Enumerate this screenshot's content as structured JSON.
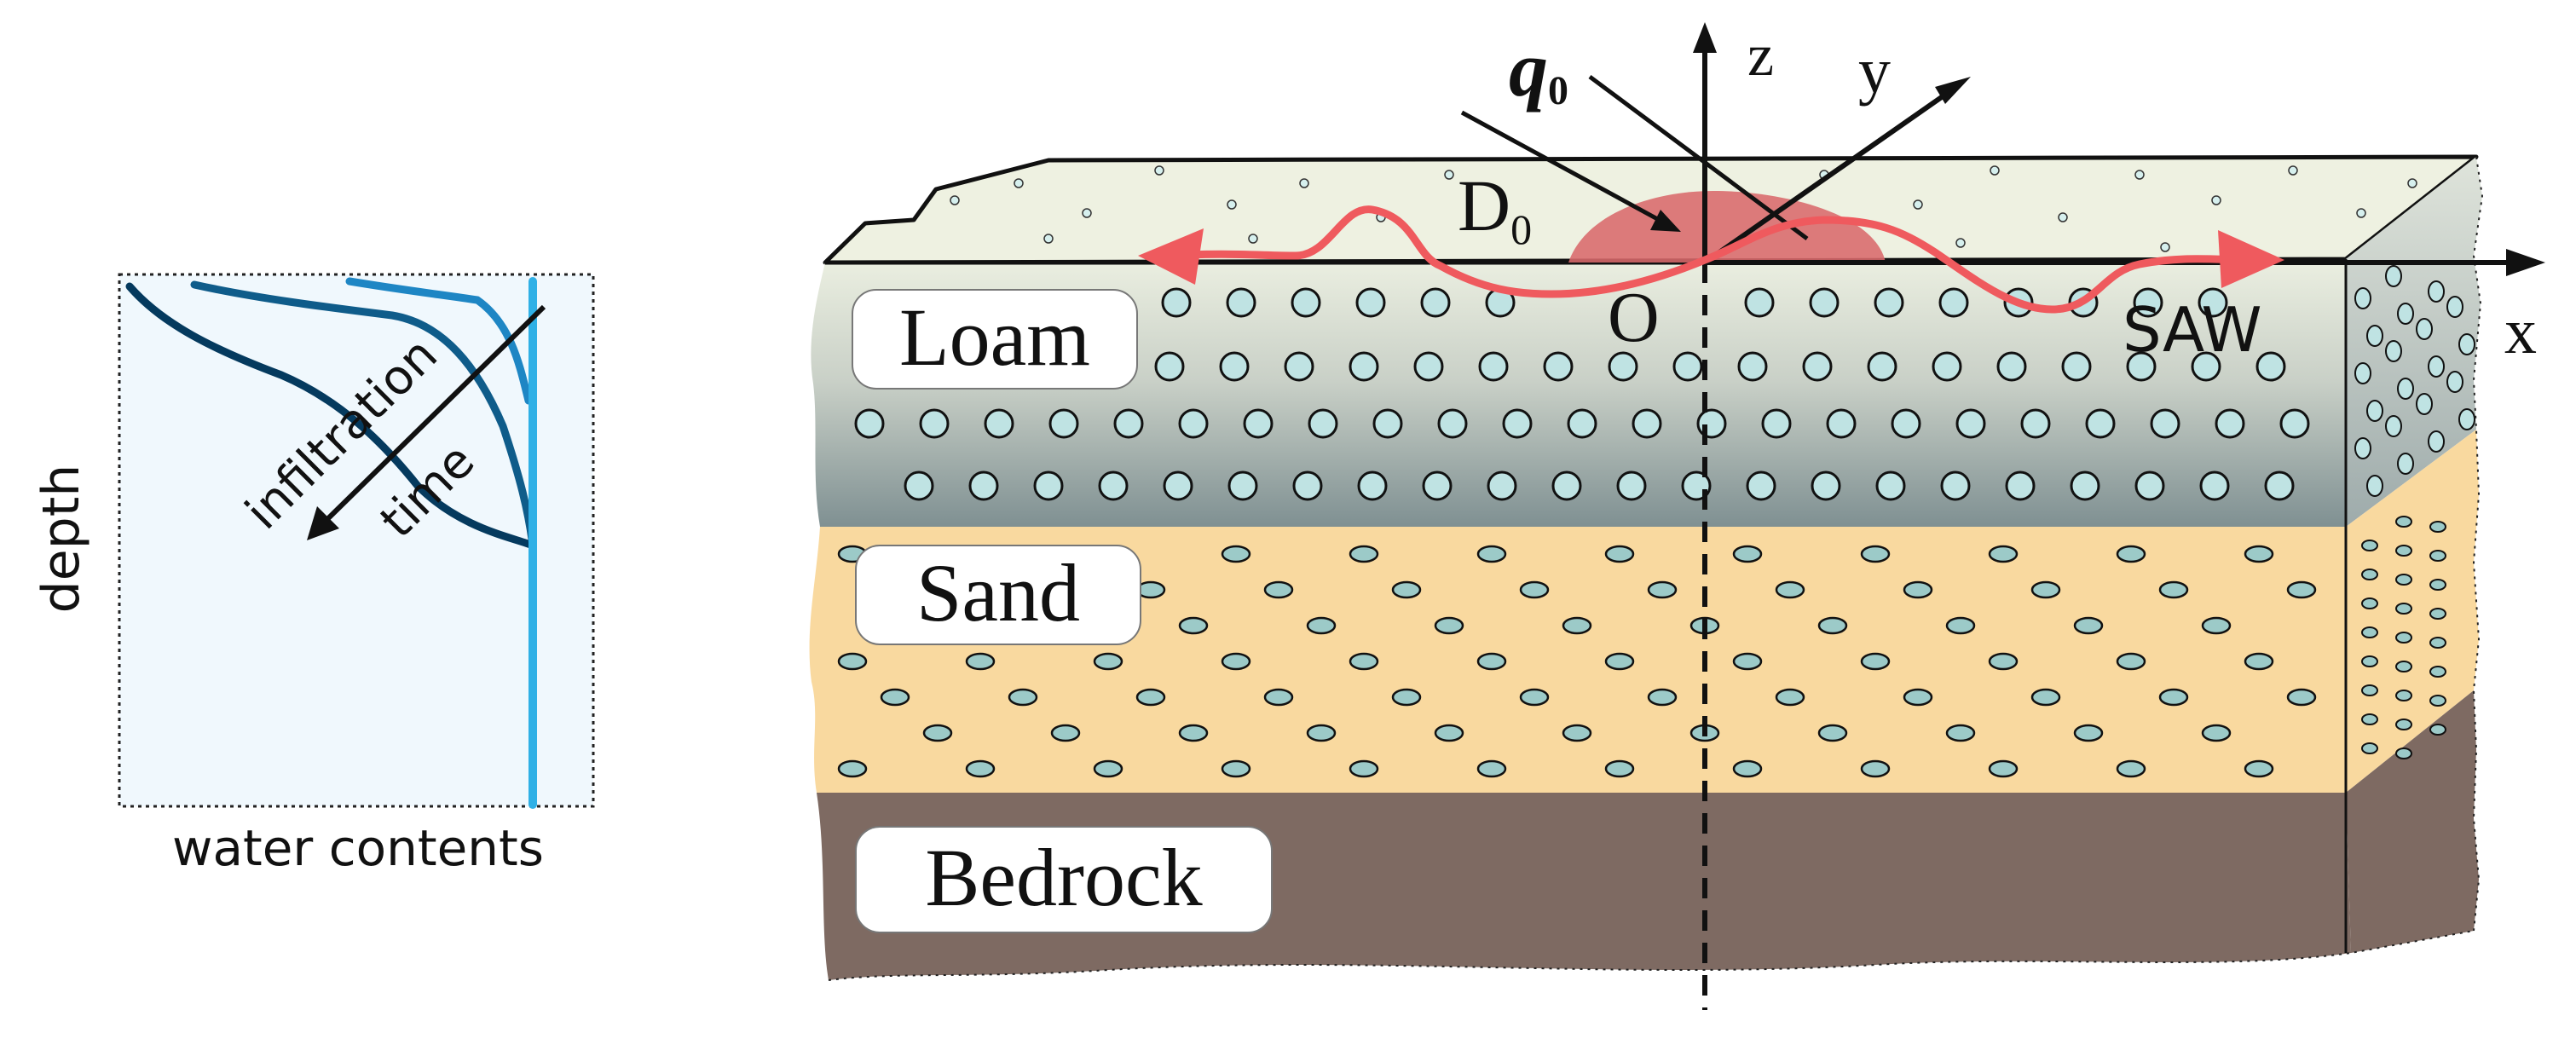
{
  "inset": {
    "y_axis_label": "depth",
    "x_axis_label": "water contents",
    "arrow_label_1": "infiltration",
    "arrow_label_2": "time",
    "curve_colors": [
      "#053a5e",
      "#0f5c8a",
      "#1e86c4",
      "#2fb0e6"
    ]
  },
  "diagram": {
    "layers": [
      {
        "name": "Loam",
        "color_top": "#f0f2e4",
        "color_bottom": "#7e8f91"
      },
      {
        "name": "Sand",
        "color": "#f9d99f"
      },
      {
        "name": "Bedrock",
        "color": "#7e6a62"
      }
    ],
    "axes": {
      "x": "x",
      "y": "y",
      "z": "z"
    },
    "origin_label": "O",
    "source_label_main": "q",
    "source_label_sub": "0",
    "region_label_main": "D",
    "region_label_sub": "0",
    "wave_label": "SAW",
    "colors": {
      "wave": "#ef5a5e",
      "source_region": "#d9696b",
      "loam_pore": "#bfe3e3",
      "sand_grain": "#9ccac8",
      "surface": "#eef1e1"
    }
  }
}
